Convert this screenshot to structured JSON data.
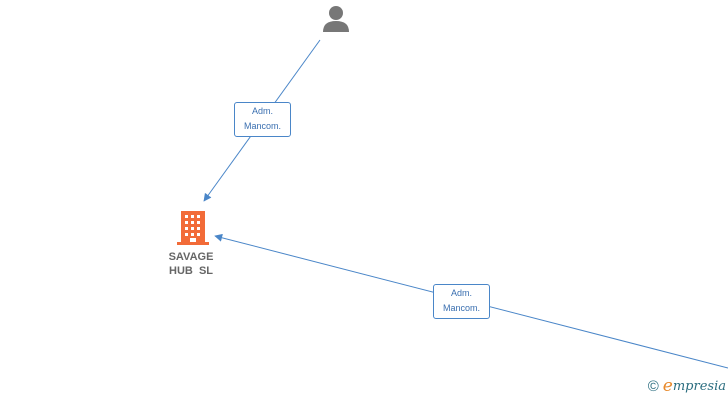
{
  "company": {
    "name_line1": "SAVAGE",
    "name_line2": "HUB  SL",
    "icon": "building-icon"
  },
  "person": {
    "icon": "person-icon"
  },
  "edges": [
    {
      "label_line1": "Adm.",
      "label_line2": "Mancom."
    },
    {
      "label_line1": "Adm.",
      "label_line2": "Mancom."
    }
  ],
  "watermark": {
    "copyright": "©",
    "brand_first": "e",
    "brand_rest": "mpresia"
  },
  "colors": {
    "edge": "#4a86c8",
    "company_icon": "#f26b38",
    "person_icon": "#777777"
  }
}
